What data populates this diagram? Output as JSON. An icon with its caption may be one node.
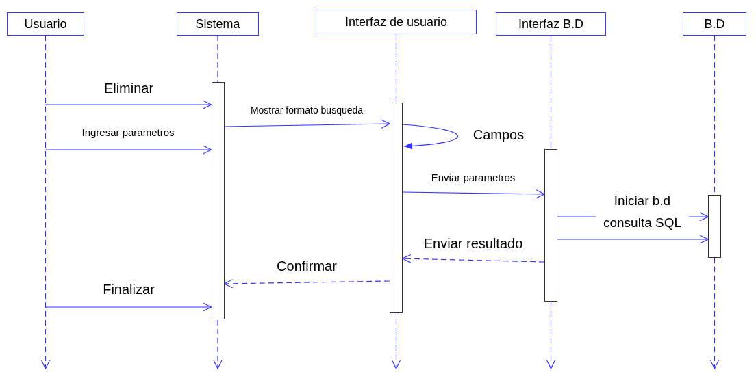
{
  "diagram": {
    "nodes": [
      {
        "text": [
          "Usuario"
        ]
      },
      {
        "text": [
          "Sistema"
        ]
      },
      {
        "text": [
          "Interfaz de usuario"
        ]
      },
      {
        "text": [
          "Interfaz B.D"
        ]
      },
      {
        "text": [
          "B.D"
        ]
      },
      {
        "text": [],
        "shape": "bar",
        "in": 1
      },
      {
        "text": [],
        "shape": "bar",
        "in": 2
      },
      {
        "text": [],
        "shape": "bar",
        "in": 3
      },
      {
        "text": [],
        "shape": "bar",
        "in": 4
      }
    ],
    "edges": [
      {
        "from": 0,
        "to": 5,
        "arrow": "to",
        "label": "Eliminar"
      },
      {
        "from": 5,
        "to": 6,
        "arrow": "to",
        "label": "Mostrar formato busqueda"
      },
      {
        "from": 6,
        "to": 6,
        "arrow": "to",
        "label": "Campos"
      },
      {
        "from": 0,
        "to": 5,
        "arrow": "to",
        "label": "Ingresar parametros"
      },
      {
        "from": 6,
        "to": 7,
        "arrow": "to",
        "label": "Enviar parametros"
      },
      {
        "from": 7,
        "to": 8,
        "arrow": "to",
        "label": "Iniciar b.d consulta SQL"
      },
      {
        "from": 7,
        "to": 8,
        "arrow": "to"
      },
      {
        "from": 7,
        "to": 6,
        "arrow": "to",
        "label": "Enviar resultado",
        "style": "dashed"
      },
      {
        "from": 6,
        "to": 5,
        "arrow": "to",
        "label": "Confirmar",
        "style": "dashed"
      },
      {
        "from": 0,
        "to": 5,
        "arrow": "to",
        "label": "Finalizar"
      }
    ]
  }
}
